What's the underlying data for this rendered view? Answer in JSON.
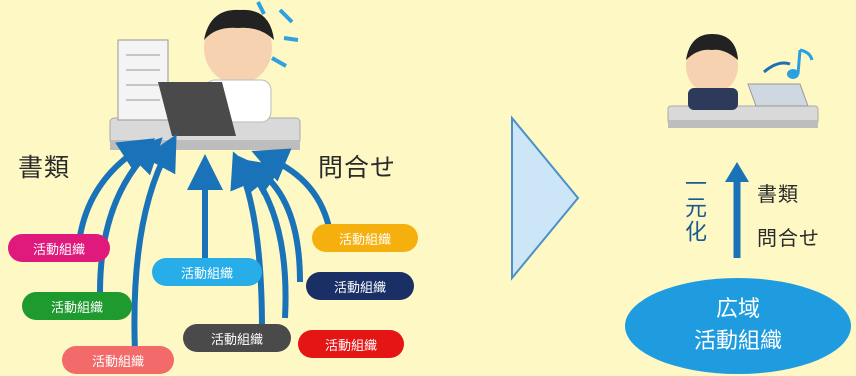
{
  "left": {
    "docs_label": "書類",
    "inquiry_label": "問合せ"
  },
  "tags": [
    {
      "label": "活動組織",
      "color": "#e0197d"
    },
    {
      "label": "活動組織",
      "color": "#1f9a2f"
    },
    {
      "label": "活動組織",
      "color": "#f26a6a"
    },
    {
      "label": "活動組織",
      "color": "#27aee8"
    },
    {
      "label": "活動組織",
      "color": "#4a4a4a"
    },
    {
      "label": "活動組織",
      "color": "#f5b00e"
    },
    {
      "label": "活動組織",
      "color": "#1a2f66"
    },
    {
      "label": "活動組織",
      "color": "#e41515"
    }
  ],
  "right": {
    "vertical_label": "一元化",
    "docs_label": "書類",
    "inquiry_label": "問合せ",
    "bubble_line1": "広域",
    "bubble_line2": "活動組織"
  },
  "colors": {
    "arrow": "#1a73b8",
    "chevron_fill": "#cce6f8",
    "chevron_stroke": "#4a90c9",
    "bubble": "#1f9cdf"
  }
}
